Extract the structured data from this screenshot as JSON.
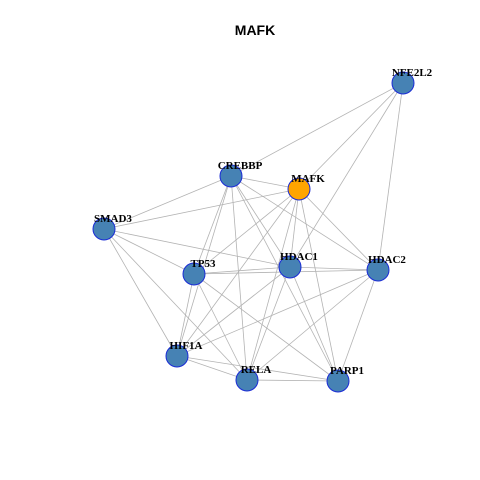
{
  "title": "MAFK",
  "colors": {
    "background": "#ffffff",
    "node_default": "#4682b4",
    "node_highlight": "#ffa500",
    "node_border": "#1a2bd6",
    "edge": "#b3b3b3"
  },
  "nodes": [
    {
      "id": "NFE2L2",
      "label": "NFE2L2",
      "highlight": false
    },
    {
      "id": "CREBBP",
      "label": "CREBBP",
      "highlight": false
    },
    {
      "id": "MAFK",
      "label": "MAFK",
      "highlight": true
    },
    {
      "id": "SMAD3",
      "label": "SMAD3",
      "highlight": false
    },
    {
      "id": "HDAC1",
      "label": "HDAC1",
      "highlight": false
    },
    {
      "id": "HDAC2",
      "label": "HDAC2",
      "highlight": false
    },
    {
      "id": "TP53",
      "label": "TP53",
      "highlight": false
    },
    {
      "id": "HIF1A",
      "label": "HIF1A",
      "highlight": false
    },
    {
      "id": "RELA",
      "label": "RELA",
      "highlight": false
    },
    {
      "id": "PARP1",
      "label": "PARP1",
      "highlight": false
    }
  ],
  "edges": [
    [
      "NFE2L2",
      "CREBBP"
    ],
    [
      "NFE2L2",
      "MAFK"
    ],
    [
      "NFE2L2",
      "HDAC1"
    ],
    [
      "NFE2L2",
      "HDAC2"
    ],
    [
      "CREBBP",
      "MAFK"
    ],
    [
      "CREBBP",
      "SMAD3"
    ],
    [
      "CREBBP",
      "HDAC1"
    ],
    [
      "CREBBP",
      "HDAC2"
    ],
    [
      "CREBBP",
      "TP53"
    ],
    [
      "CREBBP",
      "HIF1A"
    ],
    [
      "CREBBP",
      "RELA"
    ],
    [
      "CREBBP",
      "PARP1"
    ],
    [
      "MAFK",
      "SMAD3"
    ],
    [
      "MAFK",
      "HDAC1"
    ],
    [
      "MAFK",
      "HDAC2"
    ],
    [
      "MAFK",
      "TP53"
    ],
    [
      "MAFK",
      "HIF1A"
    ],
    [
      "MAFK",
      "RELA"
    ],
    [
      "MAFK",
      "PARP1"
    ],
    [
      "SMAD3",
      "TP53"
    ],
    [
      "SMAD3",
      "HDAC1"
    ],
    [
      "SMAD3",
      "HIF1A"
    ],
    [
      "SMAD3",
      "RELA"
    ],
    [
      "HDAC1",
      "HDAC2"
    ],
    [
      "HDAC1",
      "TP53"
    ],
    [
      "HDAC1",
      "HIF1A"
    ],
    [
      "HDAC1",
      "RELA"
    ],
    [
      "HDAC1",
      "PARP1"
    ],
    [
      "HDAC2",
      "TP53"
    ],
    [
      "HDAC2",
      "HIF1A"
    ],
    [
      "HDAC2",
      "RELA"
    ],
    [
      "HDAC2",
      "PARP1"
    ],
    [
      "TP53",
      "HIF1A"
    ],
    [
      "TP53",
      "RELA"
    ],
    [
      "TP53",
      "PARP1"
    ],
    [
      "HIF1A",
      "RELA"
    ],
    [
      "HIF1A",
      "PARP1"
    ],
    [
      "RELA",
      "PARP1"
    ]
  ]
}
